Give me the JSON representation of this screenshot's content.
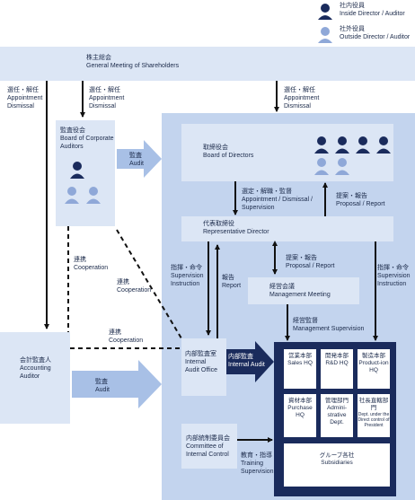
{
  "legend": {
    "inside": {
      "jp": "社内役員",
      "en": "Inside Director / Auditor"
    },
    "outside": {
      "jp": "社外役員",
      "en": "Outside Director / Auditor"
    }
  },
  "shareholders": {
    "jp": "株主総会",
    "en": "General Meeting of Shareholders"
  },
  "arrows": {
    "appoint_left": {
      "jp": "選任・解任",
      "en1": "Appointment",
      "en2": "Dismissal"
    },
    "appoint_mid": {
      "jp": "選任・解任",
      "en1": "Appointment",
      "en2": "Dismissal"
    },
    "appoint_right": {
      "jp": "選任・解任",
      "en1": "Appointment",
      "en2": "Dismissal"
    },
    "audit_top": {
      "jp": "監査",
      "en": "Audit"
    },
    "audit_bottom": {
      "jp": "監査",
      "en": "Audit"
    },
    "coop1": {
      "jp": "連携",
      "en": "Cooperation"
    },
    "coop2": {
      "jp": "連携",
      "en": "Cooperation"
    },
    "coop3": {
      "jp": "連携",
      "en": "Cooperation"
    },
    "select": {
      "jp": "選定・解職・監督",
      "en1": "Appointment / Dismissal /",
      "en2": "Supervision"
    },
    "proposal_top": {
      "jp": "提案・報告",
      "en": "Proposal / Report"
    },
    "proposal_mid": {
      "jp": "提案・報告",
      "en": "Proposal / Report"
    },
    "instruct_left": {
      "jp": "指揮・命令",
      "en1": "Supervision",
      "en2": "Instruction"
    },
    "instruct_right": {
      "jp": "指揮・命令",
      "en1": "Supervision",
      "en2": "Instruction"
    },
    "report": {
      "jp": "報告",
      "en": "Report"
    },
    "mgmt_super": {
      "jp": "経営監督",
      "en": "Management Supervision"
    },
    "internal_audit": {
      "jp": "内部監査",
      "en": "Internal Audit"
    },
    "training": {
      "jp": "教育・指導",
      "en1": "Training",
      "en2": "Supervision"
    }
  },
  "audit_board": {
    "jp": "監査役会",
    "en1": "Board of Corporate",
    "en2": "Auditors"
  },
  "board": {
    "jp": "取締役会",
    "en": "Board of Directors"
  },
  "rep_director": {
    "jp": "代表取締役",
    "en": "Representative Director"
  },
  "mgmt_meeting": {
    "jp": "経営会議",
    "en": "Management Meeting"
  },
  "accounting_auditor": {
    "jp": "会計監査人",
    "en1": "Accounting",
    "en2": "Auditor"
  },
  "internal_audit_office": {
    "jp": "内部監査室",
    "en1": "Internal",
    "en2": "Audit Office"
  },
  "internal_control": {
    "jp": "内部統制委員会",
    "en1": "Committee of",
    "en2": "Internal Control"
  },
  "tiles": [
    {
      "jp": "営業本部",
      "en": "Sales HQ"
    },
    {
      "jp": "開発本部",
      "en": "R&D HQ"
    },
    {
      "jp": "製造本部",
      "en": "Product-ion HQ"
    },
    {
      "jp": "資材本部",
      "en": "Purchase HQ"
    },
    {
      "jp": "管理部門",
      "en": "Admini-strative Dept."
    },
    {
      "jp": "社長直轄部門",
      "en": "Dept. under the Direct control of President"
    }
  ],
  "subsidiaries": {
    "jp": "グループ各社",
    "en": "Subsidiaries"
  },
  "colors": {
    "navy": "#1a2b5c",
    "light": "#dce6f5",
    "mid": "#c3d4ee",
    "arrow": "#a8c0e6",
    "outside": "#8fa8d8"
  }
}
